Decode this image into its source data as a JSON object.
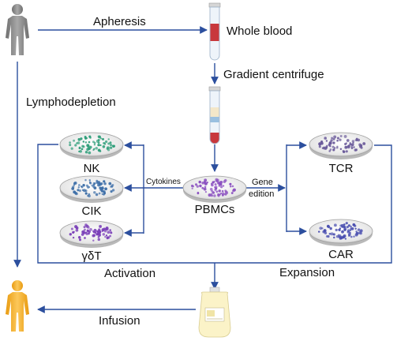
{
  "labels": {
    "apheresis": "Apheresis",
    "whole_blood": "Whole blood",
    "gradient_centrifuge": "Gradient centrifuge",
    "lymphodepletion": "Lymphodepletion",
    "cytokines": "Cytokines",
    "gene_edition_line1": "Gene",
    "gene_edition_line2": "edition",
    "pbmcs": "PBMCs",
    "nk": "NK",
    "cik": "CIK",
    "gamma_delta_t": "γδT",
    "tcr": "TCR",
    "car": "CAR",
    "activation": "Activation",
    "expansion": "Expansion",
    "infusion": "Infusion"
  },
  "colors": {
    "arrow": "#2c4f9e",
    "patient_donor": "#8a8a8a",
    "patient_recipient": "#f5b330",
    "blood_red": "#c8383c",
    "nk_cells": "#2f9e7a",
    "cik_cells": "#3e6fa8",
    "gamma_delta_cells": "#7a3fb8",
    "pbmc_cells": "#8a4fc0",
    "tcr_cells": "#6a5a9a",
    "car_cells": "#4a4fb0"
  },
  "icons": {
    "donor": "human-figure-gray-icon",
    "recipient": "human-figure-orange-icon",
    "blood_tube": "test-tube-icon",
    "separated_tube": "test-tube-layers-icon",
    "petri_dish": "petri-dish-icon",
    "infusion_bag": "iv-bag-icon"
  }
}
